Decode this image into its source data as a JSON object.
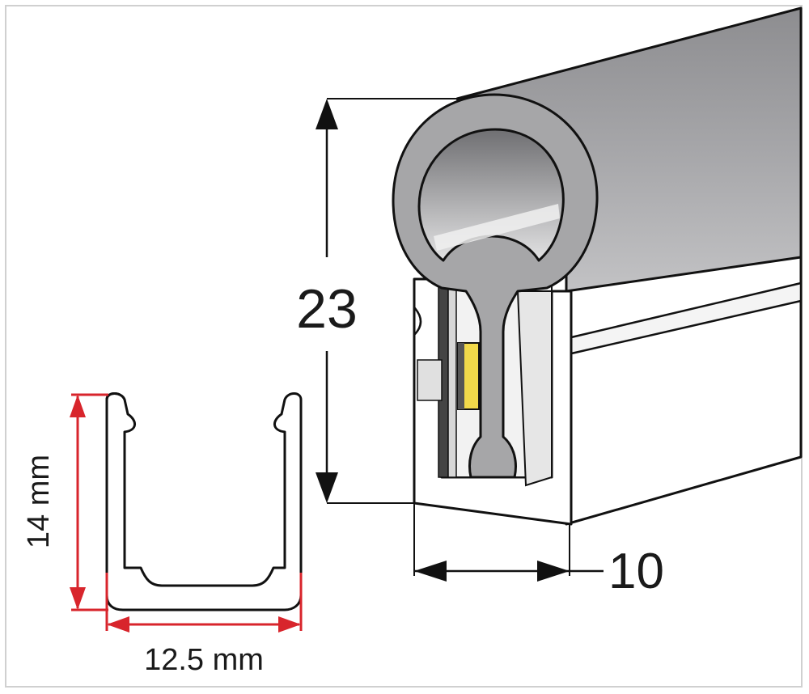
{
  "diagram": {
    "profile_height_label": "23",
    "profile_width_label": "10",
    "channel_height_label": "14 mm",
    "channel_width_label": "12.5 mm"
  },
  "colors": {
    "tube_top": "#9a9a9c",
    "tube_side": "#b3b3b5",
    "tube_light": "#d9d9da",
    "channel_fill": "#ffffff",
    "led_chip": "#f1d94a",
    "dimension_red": "#d8252c",
    "outline": "#111111"
  }
}
